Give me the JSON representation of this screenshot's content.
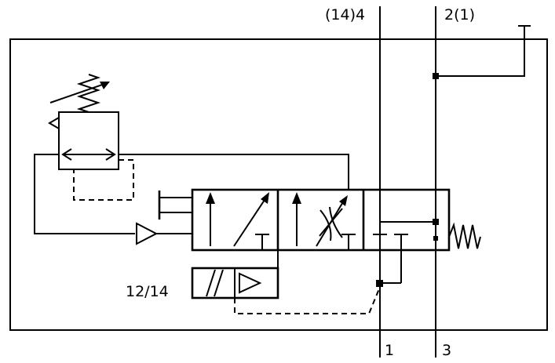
{
  "ports": {
    "port_14_4": "(14)4",
    "port_2_1": "2(1)",
    "port_1": "1",
    "port_3": "3",
    "pilot": "12/14"
  },
  "colors": {
    "line": "#000000",
    "background": "#ffffff"
  }
}
